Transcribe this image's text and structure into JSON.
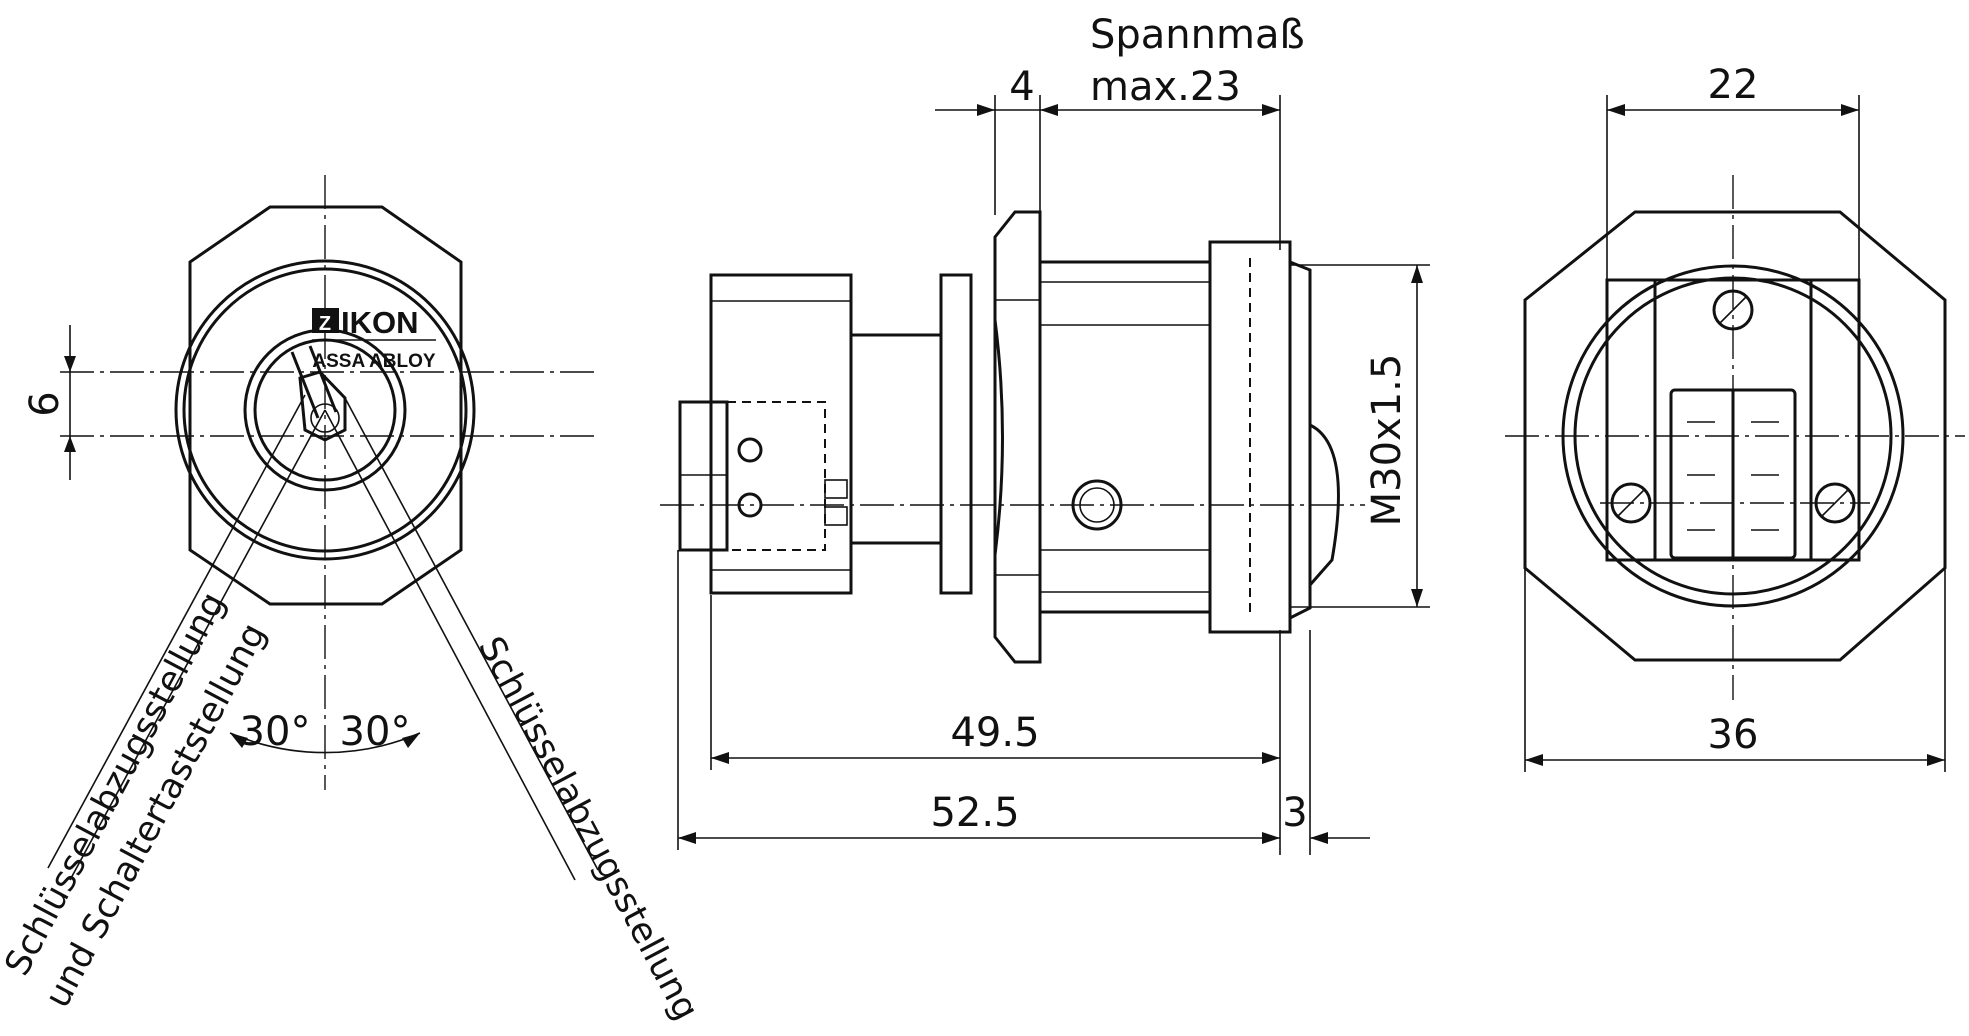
{
  "logo": {
    "brand": "IKON",
    "mark": "Z",
    "parent": "ASSA ABLOY"
  },
  "front_view": {
    "dim_key_offset": "6",
    "angle_left": "30°",
    "angle_right": "30°",
    "label_left_line1": "Schlüsselabzugsstellung",
    "label_left_line2": "und Schaltertaststellung",
    "label_right": "Schlüsselabzugsstellung"
  },
  "side_view": {
    "clamp_title": "Spannmaß",
    "clamp_max": "max.23",
    "dim_flange": "4",
    "dim_thread": "M30x1.5",
    "dim_body": "49.5",
    "dim_total": "52.5",
    "dim_front": "3"
  },
  "rear_view": {
    "dim_contacts": "22",
    "dim_hex": "36"
  }
}
